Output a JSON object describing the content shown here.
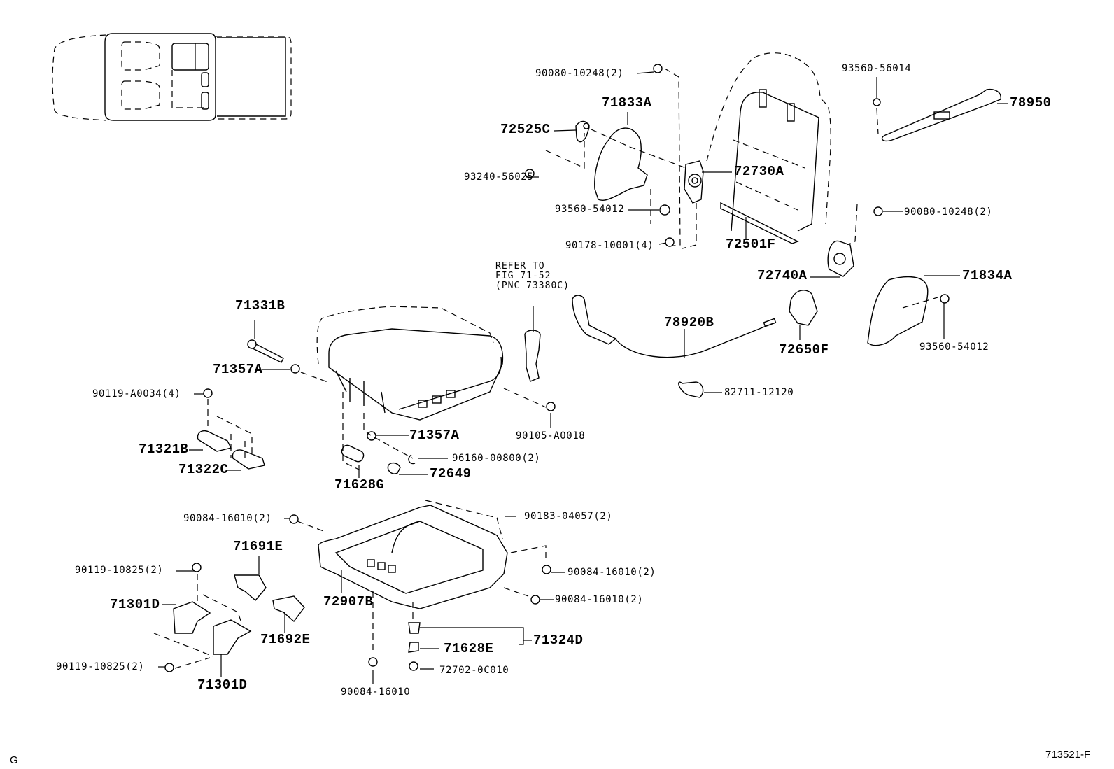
{
  "diagram": {
    "corner_left": "G",
    "figure_code": "713521-F",
    "reference_note": {
      "line1": "REFER TO",
      "line2": "FIG 71-52",
      "line3": "(PNC 73380C)"
    },
    "labels": {
      "p_90080_10248_top": "90080-10248(2)",
      "p_71833A": "71833A",
      "p_72525C": "72525C",
      "p_93240_56025": "93240-56025",
      "p_93560_54012_left": "93560-54012",
      "p_90178_10001": "90178-10001(4)",
      "p_72730A": "72730A",
      "p_72501F": "72501F",
      "p_93560_56014": "93560-56014",
      "p_78950": "78950",
      "p_90080_10248_right": "90080-10248(2)",
      "p_72740A": "72740A",
      "p_71834A": "71834A",
      "p_93560_54012_right": "93560-54012",
      "p_72650F": "72650F",
      "p_78920B": "78920B",
      "p_82711_12120": "82711-12120",
      "p_71331B": "71331B",
      "p_71357A_top": "71357A",
      "p_90119_A0034": "90119-A0034(4)",
      "p_71321B": "71321B",
      "p_71322C": "71322C",
      "p_71357A_mid": "71357A",
      "p_90105_A0018": "90105-A0018",
      "p_96160_00800": "96160-00800(2)",
      "p_72649": "72649",
      "p_71628G": "71628G",
      "p_90084_16010_a": "90084-16010(2)",
      "p_90183_04057": "90183-04057(2)",
      "p_71691E": "71691E",
      "p_90119_10825_a": "90119-10825(2)",
      "p_90084_16010_b": "90084-16010(2)",
      "p_71301D_a": "71301D",
      "p_72907B": "72907B",
      "p_90084_16010_c": "90084-16010(2)",
      "p_71692E": "71692E",
      "p_71324D": "71324D",
      "p_71628E": "71628E",
      "p_90119_10825_b": "90119-10825(2)",
      "p_72702_0C010": "72702-0C010",
      "p_71301D_b": "71301D",
      "p_90084_16010_d": "90084-16010"
    }
  }
}
